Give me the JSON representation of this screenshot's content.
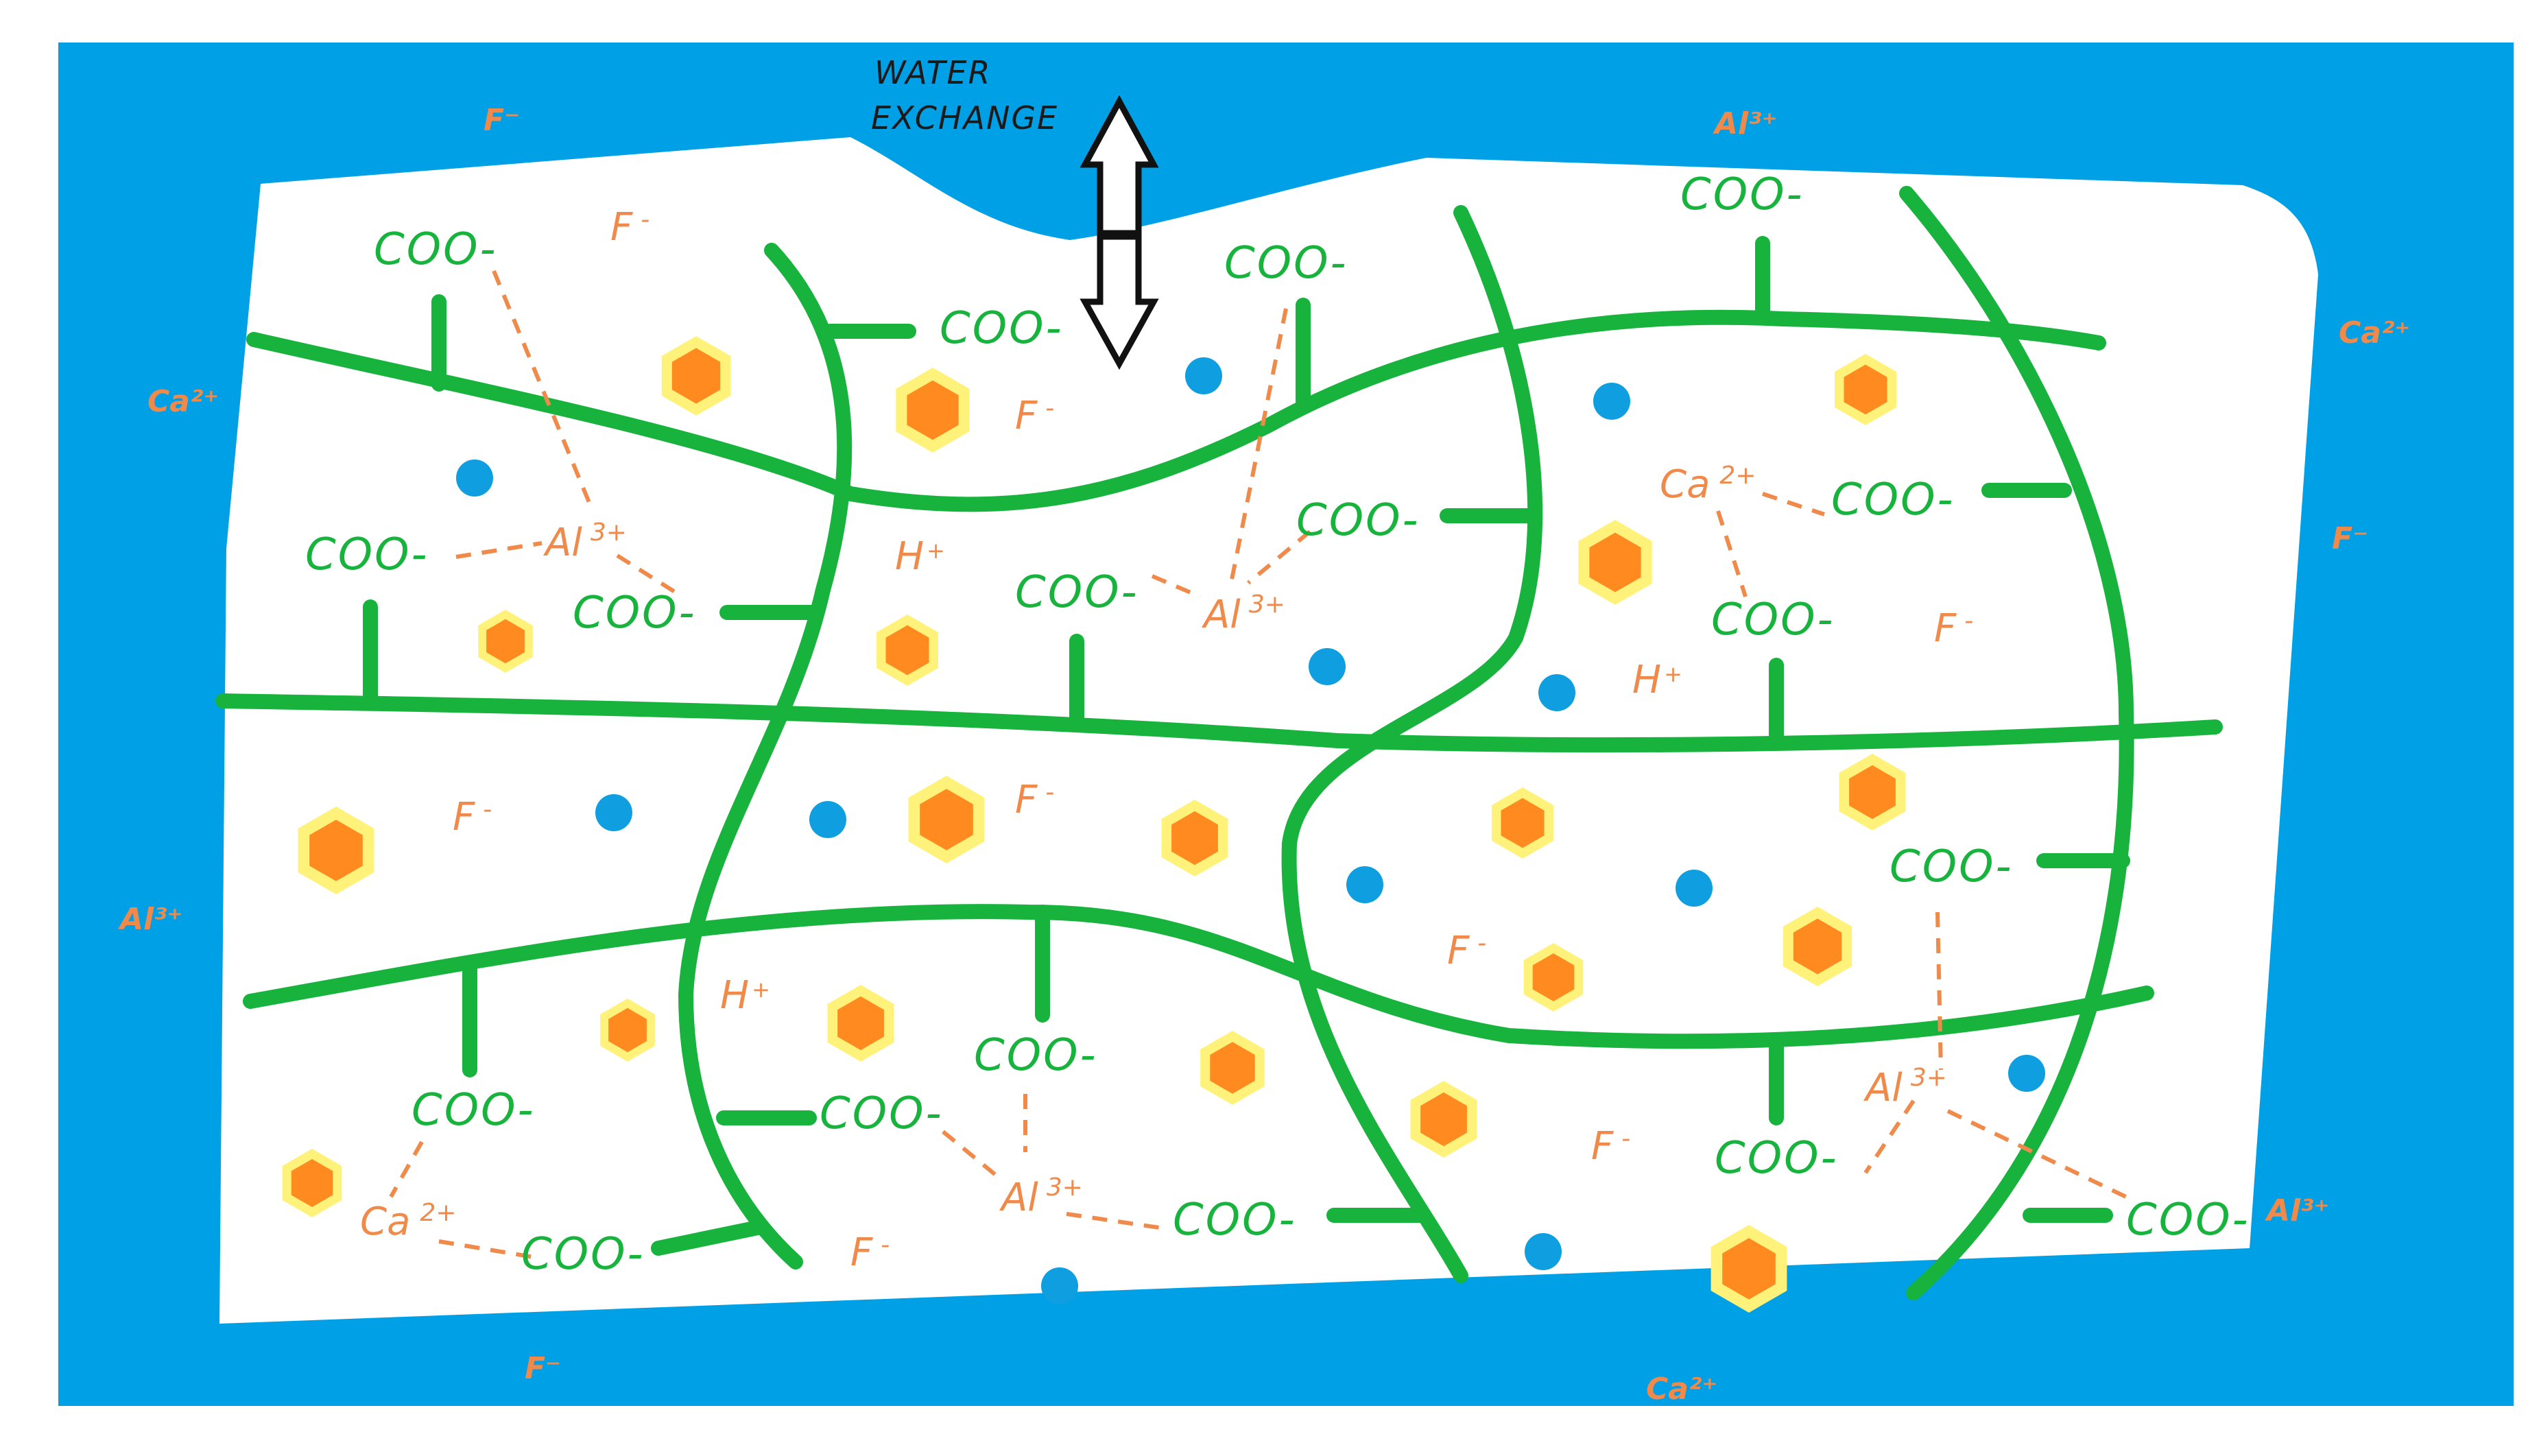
{
  "diagram": {
    "arrow_label": [
      "WATER",
      "EXCHANGE"
    ],
    "ions": {
      "carboxylate": "COO-",
      "fluoride": "F",
      "aluminium": "Al",
      "calcium": "Ca",
      "hydrogen": "H",
      "charge_minus": "-",
      "charge_3plus": "3+",
      "charge_2plus": "2+",
      "charge_plus": "+",
      "outside_aluminium": "Al³⁺",
      "outside_calcium": "Ca²⁺",
      "outside_fluoride": "F⁻"
    },
    "colors": {
      "water": "#00a0e6",
      "matrix": "#ffffff",
      "polymer_chain": "#17b33d",
      "ion_text": "#f08a4b",
      "glass_particle": "#ff8a1f",
      "particle_halo": "#fff27a",
      "water_droplet": "#0f9fe0"
    }
  }
}
